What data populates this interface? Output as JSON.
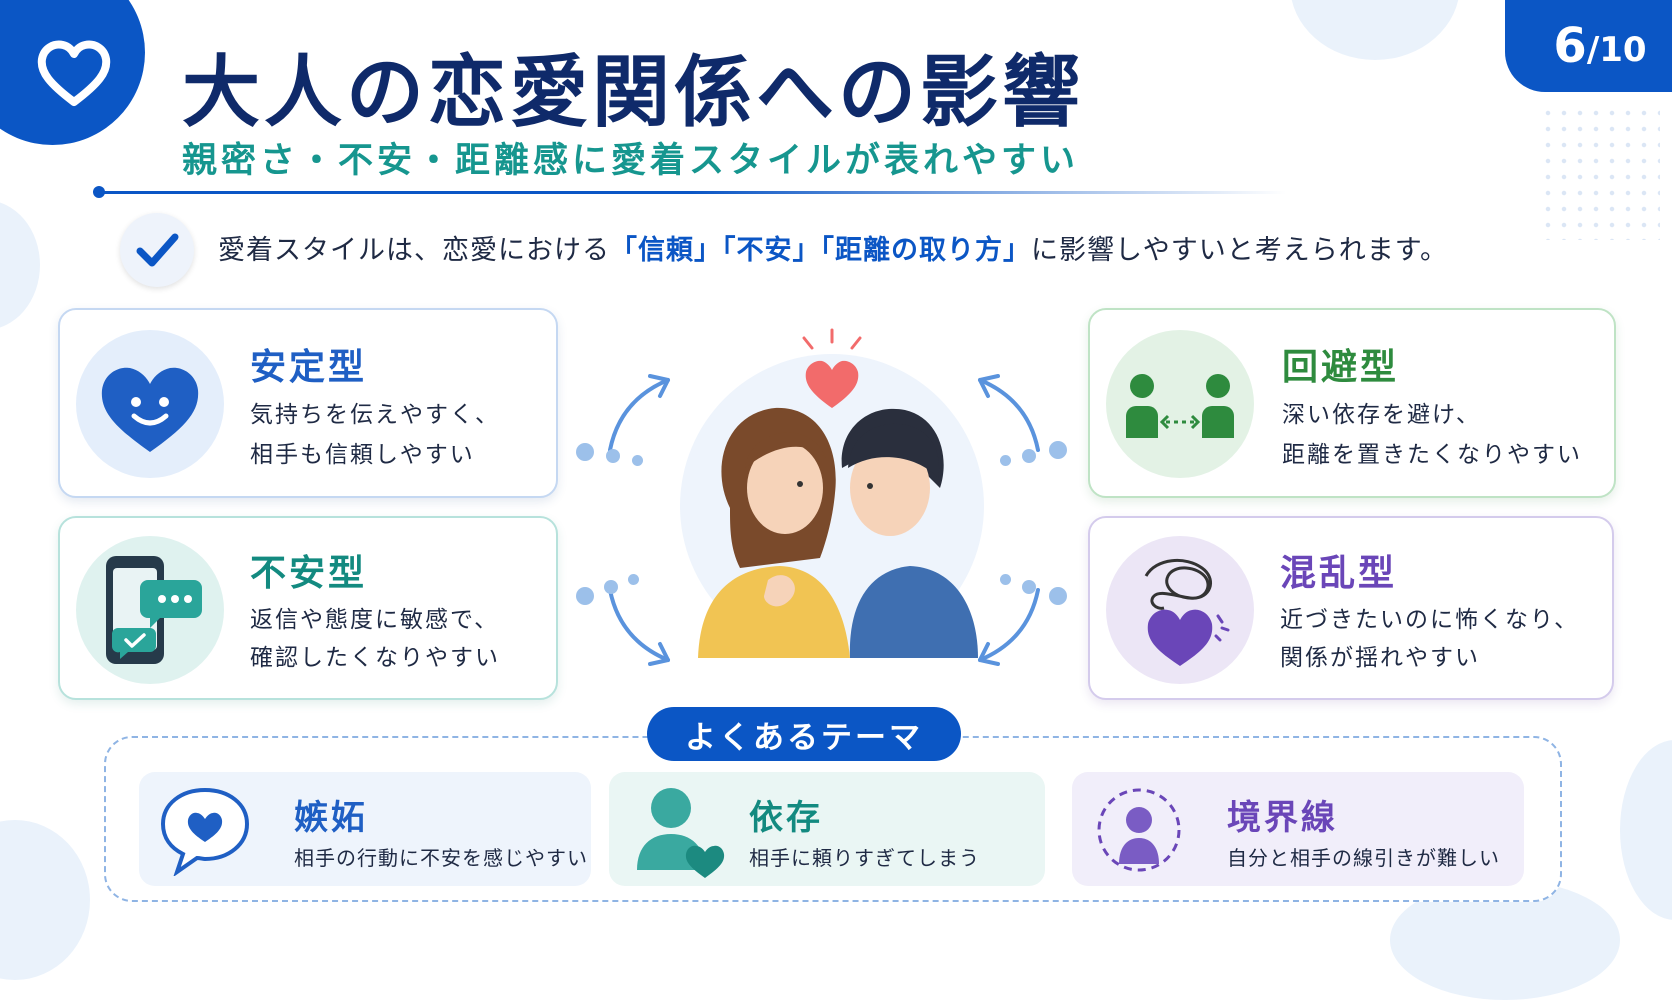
{
  "header": {
    "title": "大人の恋愛関係への影響",
    "subtitle": "親密さ・不安・距離感に愛着スタイルが表れやすい",
    "page_current": "6",
    "page_total": "/10",
    "logo_icon": "heart-icon"
  },
  "intro": {
    "prefix": "愛着スタイルは、恋愛における",
    "hl1": "「信頼」",
    "hl2": "「不安」",
    "hl3": "「距離の取り方」",
    "suffix": "に影響しやすいと考えられます。"
  },
  "styles": [
    {
      "title": "安定型",
      "line1": "気持ちを伝えやすく、",
      "line2": "相手も信頼しやすい",
      "icon": "smiling-heart-icon",
      "color": "#1f5fc4"
    },
    {
      "title": "不安型",
      "line1": "返信や態度に敏感で、",
      "line2": "確認したくなりやすい",
      "icon": "phone-message-icon",
      "color": "#138a80"
    },
    {
      "title": "回避型",
      "line1": "深い依存を避け、",
      "line2": "距離を置きたくなりやすい",
      "icon": "people-distance-icon",
      "color": "#2e8b3e"
    },
    {
      "title": "混乱型",
      "line1": "近づきたいのに怖くなり、",
      "line2": "関係が揺れやすい",
      "icon": "tangled-heart-icon",
      "color": "#6a46b8"
    }
  ],
  "themes": {
    "label": "よくあるテーマ",
    "items": [
      {
        "title": "嫉妬",
        "desc": "相手の行動に不安を感じやすい",
        "icon": "speech-heart-icon",
        "color": "#1f5fc4"
      },
      {
        "title": "依存",
        "desc": "相手に頼りすぎてしまう",
        "icon": "person-heart-icon",
        "color": "#138a80"
      },
      {
        "title": "境界線",
        "desc": "自分と相手の線引きが難しい",
        "icon": "person-boundary-icon",
        "color": "#6a46b8"
      }
    ]
  },
  "illustration": {
    "icon": "couple-illustration"
  }
}
